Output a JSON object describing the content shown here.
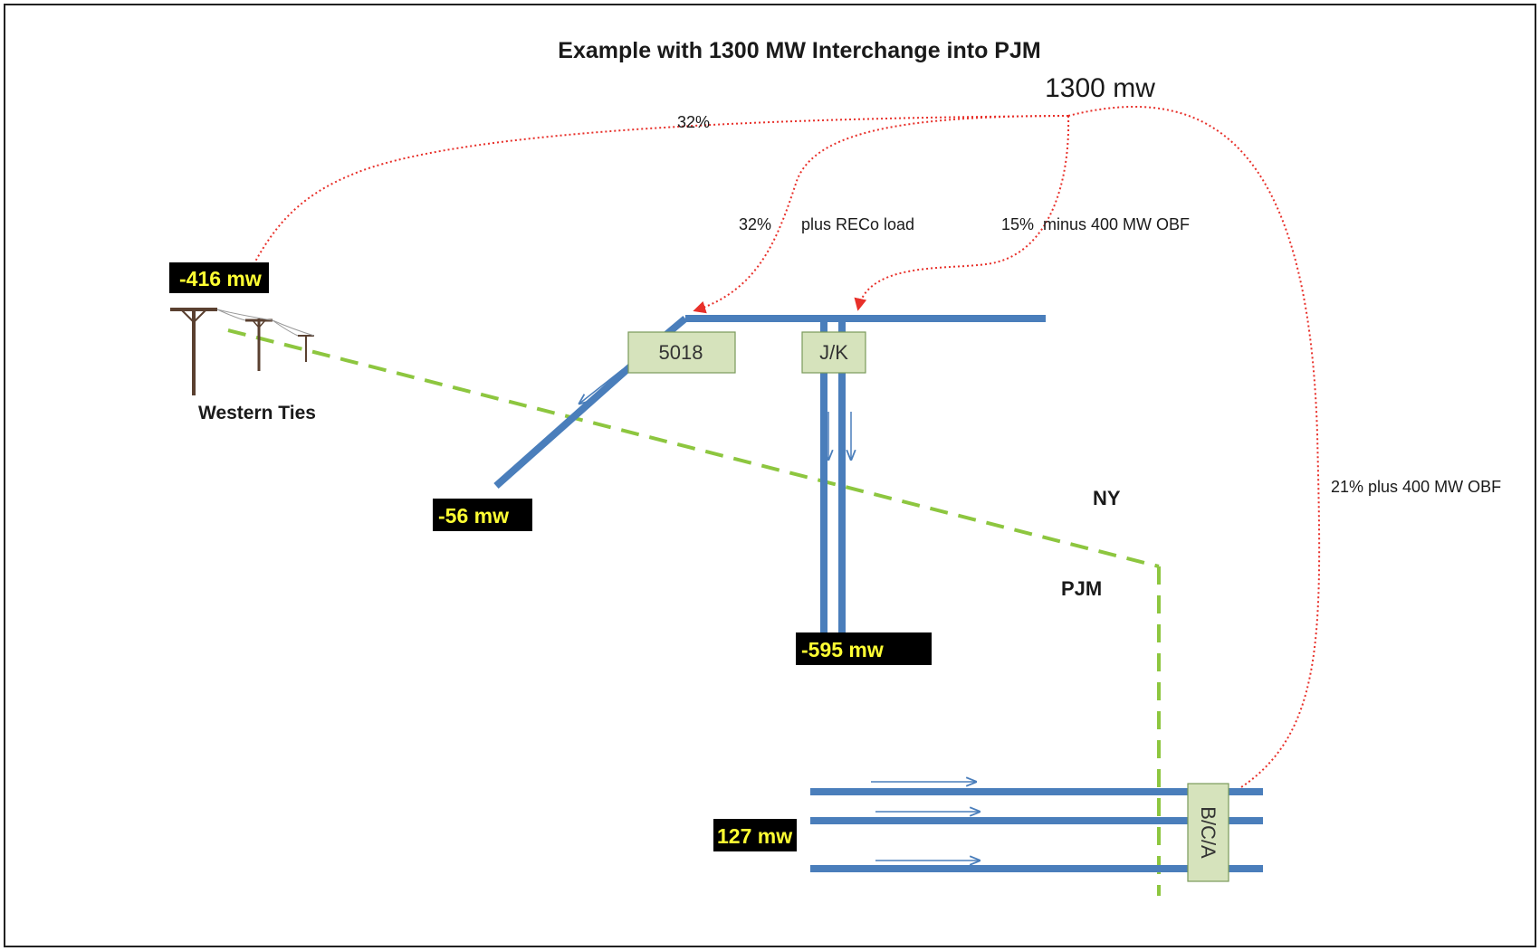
{
  "title": "Example with 1300 MW Interchange into PJM",
  "source_label": "1300 mw",
  "flow_labels": {
    "western": "32%",
    "line_5018_pct": "32%",
    "line_5018_note": "plus RECo load",
    "jk_pct": "15%",
    "jk_note": "minus 400 MW OBF",
    "bca": "21%  plus 400 MW OBF"
  },
  "nodes": {
    "line_5018": "5018",
    "jk": "J/K",
    "bca": "B/C/A"
  },
  "values": {
    "western": "-416 mw",
    "line_5018": "-56 mw",
    "jk": "-595 mw",
    "bca": "127 mw"
  },
  "western_ties_label": "Western Ties",
  "regions": {
    "ny": "NY",
    "pjm": "PJM"
  },
  "colors": {
    "line_blue": "#4a7ebb",
    "box_fill": "#d6e3bc",
    "boundary_green": "#8dc63f",
    "flow_red": "#e8302a",
    "value_bg": "#000000",
    "value_text": "#ffff33"
  }
}
